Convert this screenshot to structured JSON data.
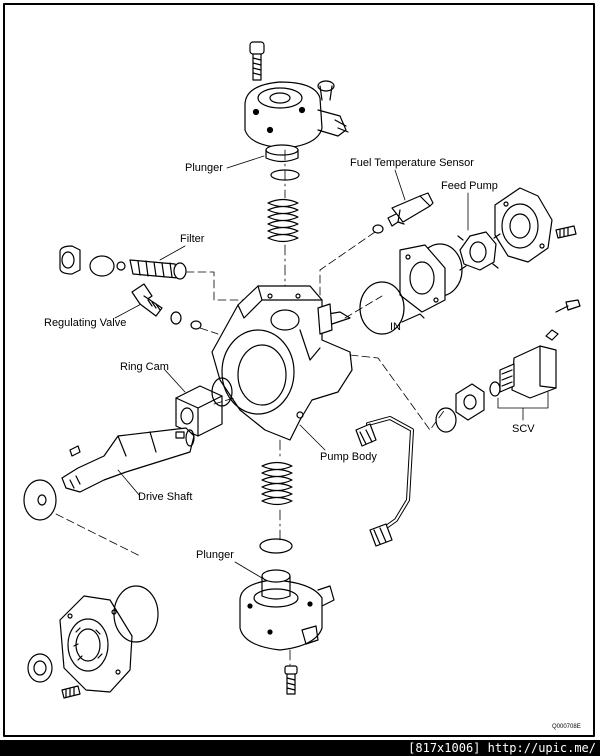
{
  "diagram": {
    "labels": {
      "plunger_top": "Plunger",
      "fuel_temp_sensor": "Fuel Temperature Sensor",
      "feed_pump": "Feed Pump",
      "filter": "Filter",
      "regulating_valve": "Regulating Valve",
      "in_label": "IN",
      "ring_cam": "Ring Cam",
      "scv": "SCV",
      "pump_body": "Pump Body",
      "drive_shaft": "Drive Shaft",
      "plunger_bottom": "Plunger"
    },
    "figure_code": "Q000708E"
  },
  "footer": {
    "text": "[817x1006] http://upic.me/"
  },
  "colors": {
    "line": "#000000",
    "background": "#ffffff",
    "footer_bg": "#000000",
    "footer_text": "#ffffff"
  }
}
